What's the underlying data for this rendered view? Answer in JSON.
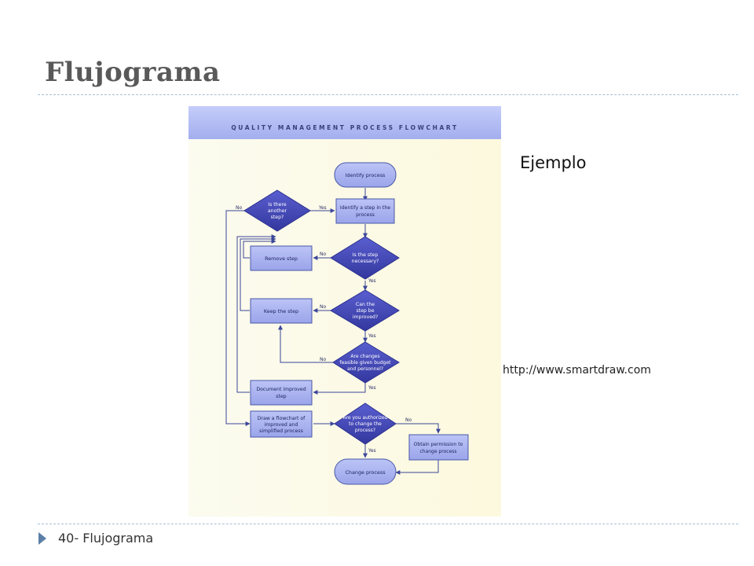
{
  "slide": {
    "title": "Flujograma",
    "example_label": "Ejemplo",
    "source_url": "http://www.smartdraw.com",
    "footer": "40- Flujograma"
  },
  "flowchart": {
    "header": "QUALITY MANAGEMENT PROCESS FLOWCHART",
    "nodes": {
      "identify_process": [
        "Identify process"
      ],
      "another_step": [
        "Is there",
        "another",
        "step?"
      ],
      "identify_step": [
        "Identify a step in the",
        "process"
      ],
      "step_necessary": [
        "Is the step",
        "necessary?"
      ],
      "remove_step": [
        "Remove step"
      ],
      "can_improve": [
        "Can the",
        "step be",
        "improved?"
      ],
      "keep_step": [
        "Keep the step"
      ],
      "feasible": [
        "Are changes",
        "feasible given budget",
        "and personnel?"
      ],
      "document": [
        "Document improved",
        "step"
      ],
      "draw_flowchart": [
        "Draw a flowchart of",
        "improved and",
        "simplified process"
      ],
      "authorized": [
        "Are you authorized",
        "to change the",
        "process?"
      ],
      "permission": [
        "Obtain permission to",
        "change process"
      ],
      "change_process": [
        "Change process"
      ]
    },
    "labels": {
      "yes": "Yes",
      "no": "No"
    },
    "colors": {
      "header_bg": "#a8b4f2",
      "box_fill": "#a9b3ef",
      "box_stroke": "#4a58a8",
      "diamond_fill": "#4347b8",
      "arrow": "#3b4699",
      "paper": "#fdfde9"
    }
  }
}
